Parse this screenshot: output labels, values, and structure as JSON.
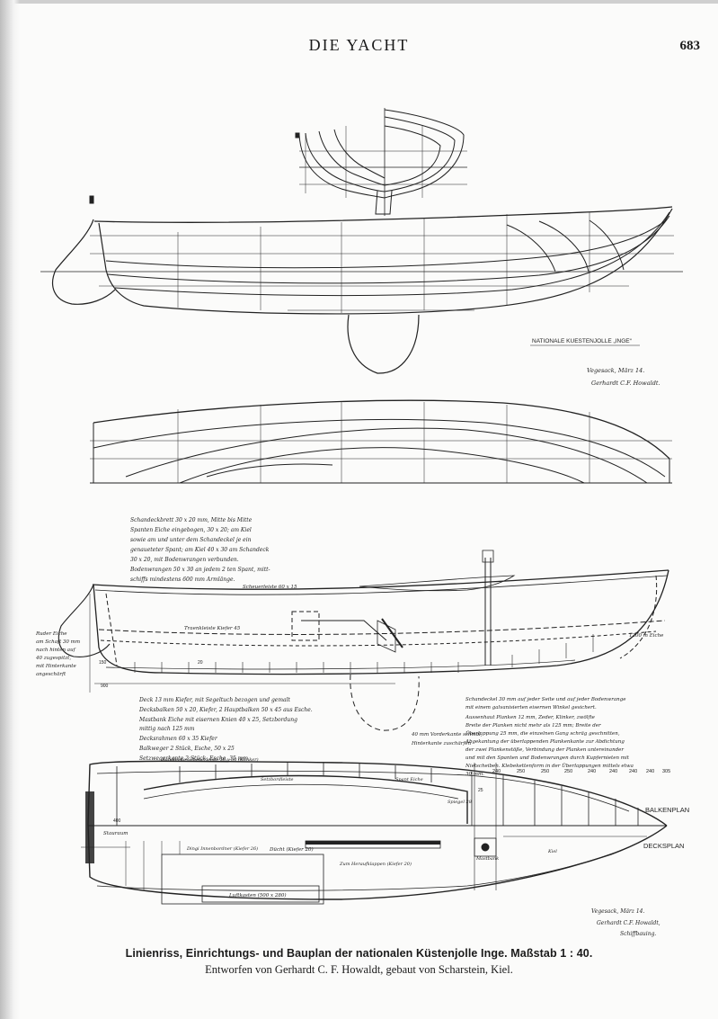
{
  "header": {
    "title": "DIE YACHT",
    "page_number": "683"
  },
  "drawing": {
    "sheet_title": "NATIONALE KUESTENJOLLE „INGE“",
    "signature_lines_top": [
      "Vegesack, März 14.",
      "Gerhardt C.F. Howaldt."
    ],
    "notes_left_block": [
      "Schandeckbrett 30 x 20 mm, Mitte bis Mitte",
      "Spanten Eiche eingebogen, 30 x 20; am Kiel",
      "sowie am und unter dem Schandeckel je ein",
      "genaueteter Spant; am Kiel 40 x 30 am Schandeck",
      "30 x 20, mit Bodenwrangen verbunden.",
      "Bodenwrangen 50 x 30 an jedem 2 ten Spant, mitt-",
      "schiffs mindestens 600 mm Armlänge."
    ],
    "note_ruder": [
      "Ruder Eiche",
      "am Schaft 30 mm",
      "nach hinten auf",
      "40 zugespitzt,",
      "mit Hinterkante",
      "angeschärft"
    ],
    "label_scheuerleiste": "Scheuerleiste 60 x 15",
    "label_traenkleiste": "Traenkleiste Kiefer 45",
    "label_length": "1200 m Eiche",
    "notes_mid_block": [
      "Deck 13 mm Kiefer, mit Segeltuch bezogen und gemalt",
      "Decksbalken 50 x 20, Kiefer, 2 Hauptbalken 50 x 45 aus Esche.",
      "Mastbank Eiche mit eisernen Knien 40 x 25, Setzbordung",
      "mittig nach 125 mm",
      "Decksrahmen 60 x 35 Kiefer",
      "Balkweger 2 Stück, Esche, 50 x 25",
      "Setzwegerkante 2 Stück, Esche, 35 mm"
    ],
    "note_rudder_hole": [
      "40 mm Vorderkante schmal,",
      "Hinterkante zuschärfen"
    ],
    "notes_right_block": [
      "Schandeckel 30 mm auf jeder Seite und auf jeder Bodenwrange",
      "mit einem galvanisierten eisernen Winkel gesichert.",
      "Aussenhaut Planken 12 mm, Zeder, Klinker, zwölfte",
      "Breite der Planken nicht mehr als 125 mm; Breite der",
      "Überlappung 25 mm, die einzelnen Gang schräg geschnitten,",
      "Abgekantung der überlappenden Plankenkante zur Abdichtung",
      "der zwei Plankenstöße, Verbindung der Planken untereinander",
      "und mit den Spanten und Bodenwrangen durch Kupfernieten mit",
      "Nietscheiben. Klebekettenform in der Überlappungen mittels etwa",
      "30 mm."
    ],
    "label_stringer_top": "Randleiste Scheuerleiste 50 x 30 (Klinker)",
    "label_spant_rand": "Setzbordleiste",
    "label_spant": "Spant Eiche",
    "label_mast": "Mastbank",
    "label_kiel": "Kiel",
    "label_stern_note": "Spiegel 28",
    "label_balkenplan": "BALKENPLAN",
    "label_decksplan": "DECKSPLAN",
    "label_stauraum": "Stauraum",
    "label_duecht": "Dücht (Kiefer 20)",
    "label_dingi": "Dingi Innenbordner (Kiefer 26)",
    "label_luftkasten": "Luftkasten (500 x 280)",
    "label_bodenklappen": "Zum Heraufklappen (Kiefer 20)",
    "plan_dimensions": [
      "240",
      "250",
      "250",
      "250",
      "240",
      "240",
      "240",
      "240",
      "305"
    ],
    "signature_lines_bottom": [
      "Vegesack, März 14.",
      "Gerhardt C.F. Howaldt,",
      "Schiffbauing."
    ],
    "small_dims": [
      "150",
      "900",
      "400",
      "20",
      "25"
    ]
  },
  "caption": {
    "line1": "Linienriss, Einrichtungs- und Bauplan der nationalen Küstenjolle Inge.  Maßstab 1 : 40.",
    "line2": "Entworfen von Gerhardt C. F. Howaldt, gebaut von Scharstein, Kiel."
  }
}
